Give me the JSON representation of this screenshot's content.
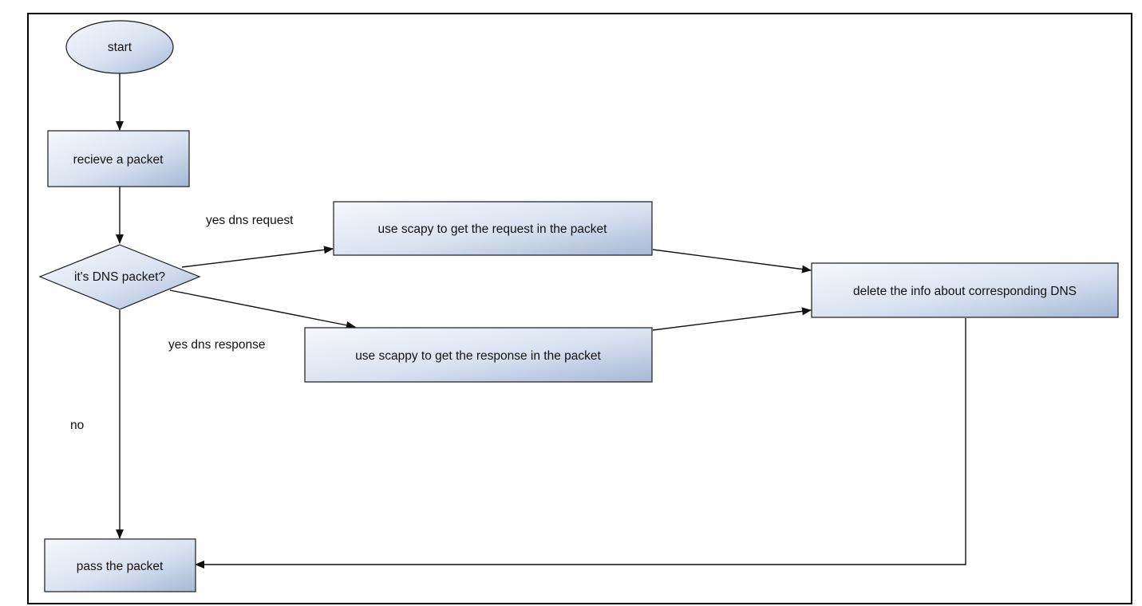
{
  "nodes": {
    "start": "start",
    "receive": "recieve a packet",
    "decision": "it's DNS packet?",
    "request": "use scapy to get the request in the packet",
    "response": "use scappy to get the response in the packet",
    "delete": "delete the info about corresponding DNS",
    "pass": "pass the packet"
  },
  "edges": {
    "yes_request": "yes dns request",
    "yes_response": "yes dns response",
    "no": "no"
  },
  "colors": {
    "fill_light": "#f4f6fb",
    "fill_dark": "#a9bbd8",
    "stroke": "#1a1a1a",
    "border": "#000000"
  }
}
